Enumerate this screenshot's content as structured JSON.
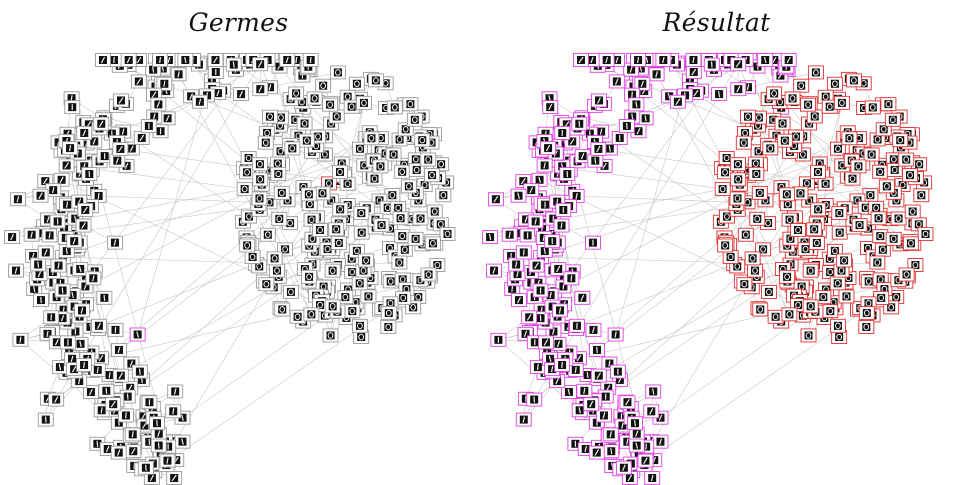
{
  "panels": [
    {
      "id": "left",
      "title": "Germes",
      "description": "",
      "seed_clusters": [
        "zero"
      ]
    },
    {
      "id": "right",
      "title": "Résultat",
      "description": "",
      "seed_clusters": []
    }
  ],
  "colors": {
    "edge": "#c8c8c8",
    "node_fill": "#111111",
    "node_border_default": "#9a9a9a",
    "cluster_one": "#e040e0",
    "cluster_zero": "#e03030",
    "digit_stroke": "#f0f0f0"
  }
}
